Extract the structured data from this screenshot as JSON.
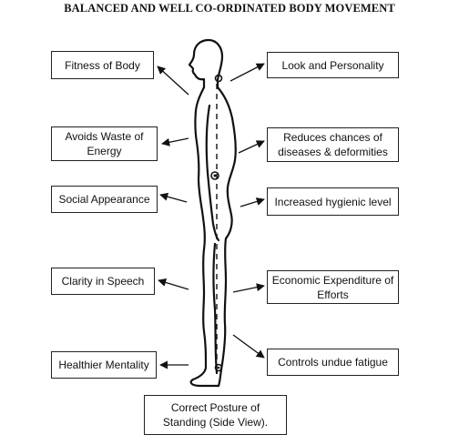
{
  "title": "BALANCED AND WELL CO-ORDINATED BODY MOVEMENT",
  "left_boxes": [
    "Fitness of Body",
    "Avoids Waste of Energy",
    "Social Appearance",
    "Clarity in Speech",
    "Healthier Mentality"
  ],
  "right_boxes": [
    "Look and Personality",
    "Reduces chances of diseases & deformities",
    "Increased hygienic level",
    "Economic Expenditure of Efforts",
    "Controls undue fatigue"
  ],
  "caption": "Correct Posture of Standing (Side View)."
}
